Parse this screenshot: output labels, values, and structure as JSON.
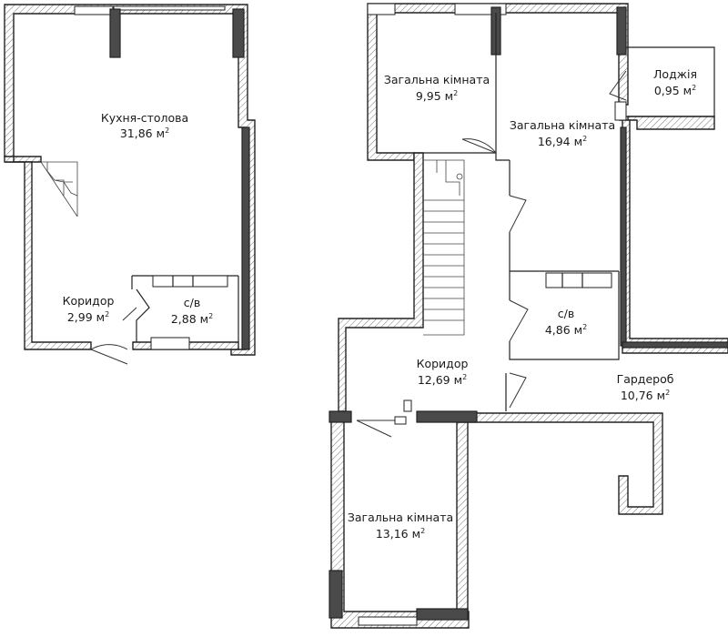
{
  "colors": {
    "wall_outline": "#222222",
    "wall_fill": "#ffffff",
    "column_fill": "#4a4a4a",
    "text": "#1a1a1a"
  },
  "area_unit": "м",
  "area_unit_power": "2",
  "rooms": {
    "kitchen": {
      "label": "Кухня-столова",
      "area": "31,86"
    },
    "corridor_1": {
      "label": "Коридор",
      "area": "2,99"
    },
    "bath_1": {
      "label": "с/в",
      "area": "2,88"
    },
    "living_1": {
      "label": "Загальна кімната",
      "area": "9,95"
    },
    "living_2": {
      "label": "Загальна кімната",
      "area": "16,94"
    },
    "loggia": {
      "label": "Лоджія",
      "area": "0,95"
    },
    "bath_2": {
      "label": "с/в",
      "area": "4,86"
    },
    "corridor_2": {
      "label": "Коридор",
      "area": "12,69"
    },
    "wardrobe": {
      "label": "Гардероб",
      "area": "10,76"
    },
    "living_3": {
      "label": "Загальна кімната",
      "area": "13,16"
    }
  }
}
